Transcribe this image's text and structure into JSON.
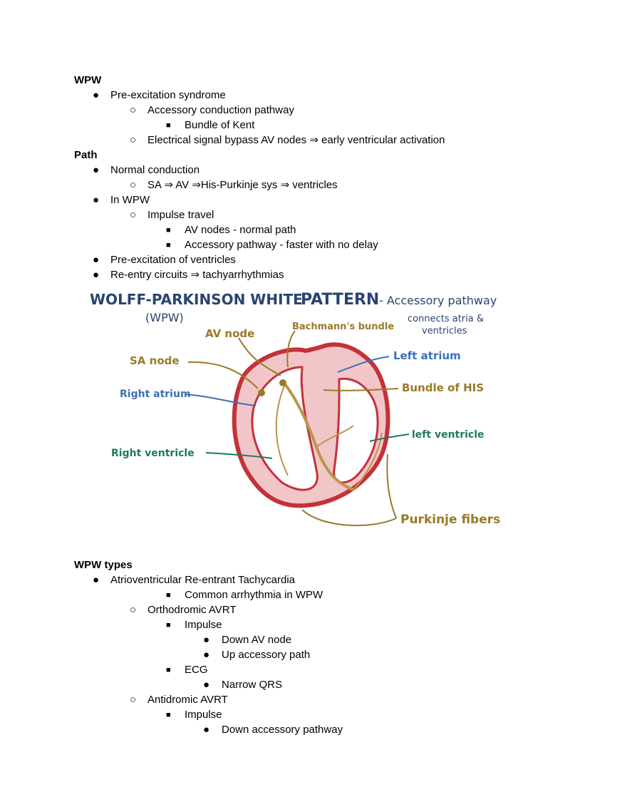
{
  "notes": {
    "wpw_heading": "WPW",
    "wpw_1": "Pre-excitation syndrome",
    "wpw_1_1": "Accessory conduction pathway",
    "wpw_1_1_1": "Bundle of Kent",
    "wpw_1_2": "Electrical signal bypass AV nodes ⇒ early ventricular activation",
    "path_heading": "Path",
    "path_1": "Normal conduction",
    "path_1_1": "SA ⇒ AV ⇒His-Purkinje sys ⇒ ventricles",
    "path_2": "In WPW",
    "path_2_1": "Impulse travel",
    "path_2_1_1": "AV nodes - normal path",
    "path_2_1_2": "Accessory pathway - faster with no delay",
    "path_3": "Pre-excitation of ventricles",
    "path_4": "Re-entry circuits ⇒ tachyarrhythmias",
    "types_heading": "WPW types",
    "types_1": "Atrioventricular Re-entrant Tachycardia",
    "types_1_0": "Common arrhythmia in WPW",
    "types_1_1": "Orthodromic AVRT",
    "types_1_1_1": "Impulse",
    "types_1_1_1_1": "Down AV node",
    "types_1_1_1_2": "Up accessory path",
    "types_1_1_2": "ECG",
    "types_1_1_2_1": "Narrow QRS",
    "types_1_2": "Antidromic AVRT",
    "types_1_2_1": "Impulse",
    "types_1_2_1_1": "Down accessory pathway"
  },
  "figure": {
    "title": "WOLFF-PARKINSON WHITE",
    "title_abbr": "(WPW)",
    "title_pattern": "PATTERN",
    "subtitle": "- Accessory pathway",
    "subnote_1": "connects atria &",
    "subnote_2": "ventricles",
    "label_av_node": "AV node",
    "label_bachmann": "Bachmann's bundle",
    "label_left_atrium": "Left atrium",
    "label_sa_node": "SA node",
    "label_bundle_his": "Bundle of HIS",
    "label_right_atrium": "Right atrium",
    "label_left_ventricle": "left ventricle",
    "label_right_ventricle": "Right ventricle",
    "label_purkinje": "Purkinje fibers"
  },
  "colors": {
    "navy": "#2a4470",
    "gold": "#9a7a2a",
    "blue": "#3f6fb5",
    "green": "#1f7a5c",
    "heart_red": "#c4313a",
    "heart_pink": "#f2c6c8",
    "fiber": "#b8964a"
  }
}
